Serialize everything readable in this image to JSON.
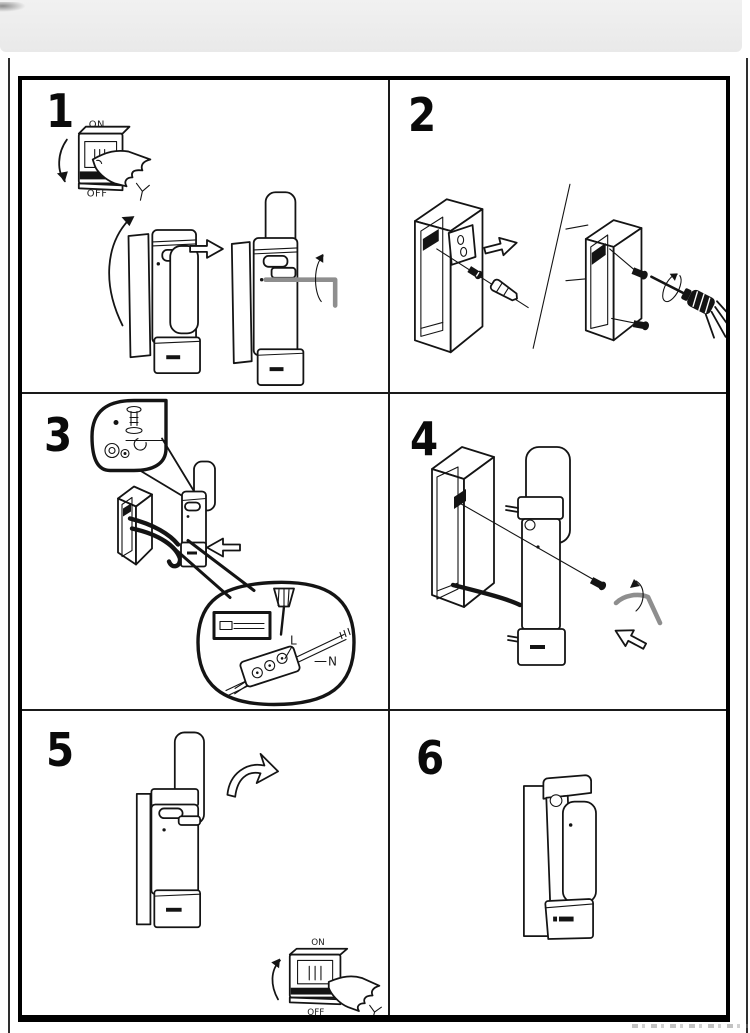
{
  "colors": {
    "line": "#141414",
    "band": "#ececec",
    "tool": "#8e8e8e",
    "paper": "#ffffff"
  },
  "steps": [
    {
      "number": "1"
    },
    {
      "number": "2"
    },
    {
      "number": "3"
    },
    {
      "number": "4"
    },
    {
      "number": "5"
    },
    {
      "number": "6"
    }
  ],
  "labels": {
    "switch_on": "ON",
    "switch_off": "OFF",
    "terminal_live": "L",
    "terminal_neutral": "N"
  }
}
